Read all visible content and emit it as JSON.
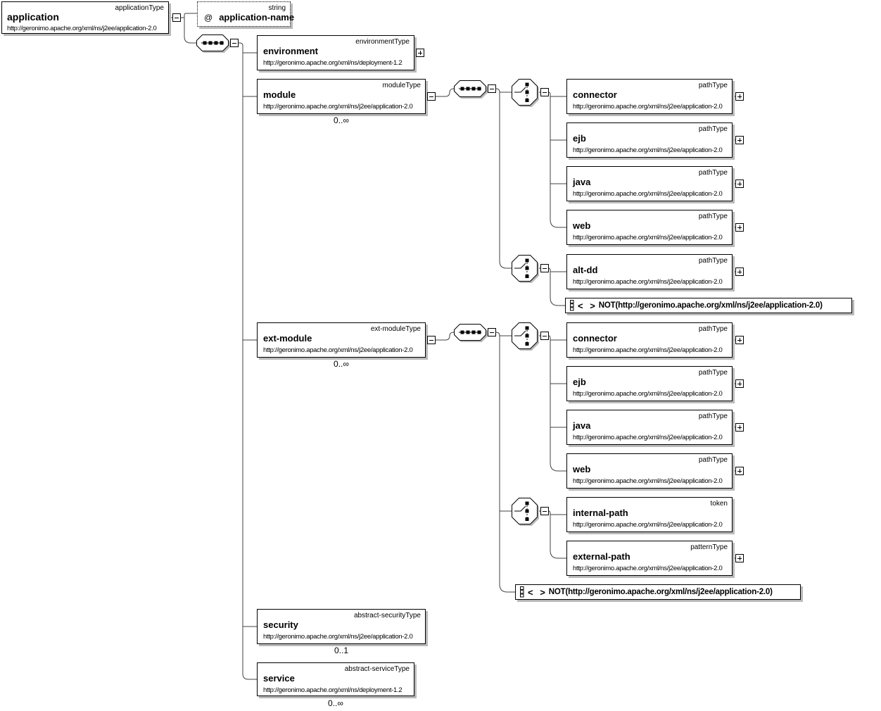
{
  "icons": {
    "any_brackets": "< >"
  },
  "nodes": {
    "application": {
      "name": "application",
      "type": "applicationType",
      "ns": "http://geronimo.apache.org/xml/ns/j2ee/application-2.0"
    },
    "app_attr": {
      "at": "@",
      "name": "application-name",
      "type": "string"
    },
    "environment": {
      "name": "environment",
      "type": "environmentType",
      "ns": "http://geronimo.apache.org/xml/ns/deployment-1.2"
    },
    "module": {
      "name": "module",
      "type": "moduleType",
      "ns": "http://geronimo.apache.org/xml/ns/j2ee/application-2.0",
      "occurs": "0..∞"
    },
    "mod_connector": {
      "name": "connector",
      "type": "pathType",
      "ns": "http://geronimo.apache.org/xml/ns/j2ee/application-2.0"
    },
    "mod_ejb": {
      "name": "ejb",
      "type": "pathType",
      "ns": "http://geronimo.apache.org/xml/ns/j2ee/application-2.0"
    },
    "mod_java": {
      "name": "java",
      "type": "pathType",
      "ns": "http://geronimo.apache.org/xml/ns/j2ee/application-2.0"
    },
    "mod_web": {
      "name": "web",
      "type": "pathType",
      "ns": "http://geronimo.apache.org/xml/ns/j2ee/application-2.0"
    },
    "alt_dd": {
      "name": "alt-dd",
      "type": "pathType",
      "ns": "http://geronimo.apache.org/xml/ns/j2ee/application-2.0"
    },
    "mod_any": {
      "label": "NOT(http://geronimo.apache.org/xml/ns/j2ee/application-2.0)"
    },
    "ext_module": {
      "name": "ext-module",
      "type": "ext-moduleType",
      "ns": "http://geronimo.apache.org/xml/ns/j2ee/application-2.0",
      "occurs": "0..∞"
    },
    "ext_connector": {
      "name": "connector",
      "type": "pathType",
      "ns": "http://geronimo.apache.org/xml/ns/j2ee/application-2.0"
    },
    "ext_ejb": {
      "name": "ejb",
      "type": "pathType",
      "ns": "http://geronimo.apache.org/xml/ns/j2ee/application-2.0"
    },
    "ext_java": {
      "name": "java",
      "type": "pathType",
      "ns": "http://geronimo.apache.org/xml/ns/j2ee/application-2.0"
    },
    "ext_web": {
      "name": "web",
      "type": "pathType",
      "ns": "http://geronimo.apache.org/xml/ns/j2ee/application-2.0"
    },
    "internal_path": {
      "name": "internal-path",
      "type": "token",
      "ns": "http://geronimo.apache.org/xml/ns/j2ee/application-2.0"
    },
    "external_path": {
      "name": "external-path",
      "type": "patternType",
      "ns": "http://geronimo.apache.org/xml/ns/j2ee/application-2.0"
    },
    "ext_any": {
      "label": "NOT(http://geronimo.apache.org/xml/ns/j2ee/application-2.0)"
    },
    "security": {
      "name": "security",
      "type": "abstract-securityType",
      "ns": "http://geronimo.apache.org/xml/ns/j2ee/application-2.0",
      "occurs": "0..1"
    },
    "service": {
      "name": "service",
      "type": "abstract-serviceType",
      "ns": "http://geronimo.apache.org/xml/ns/deployment-1.2",
      "occurs": "0..∞"
    }
  }
}
